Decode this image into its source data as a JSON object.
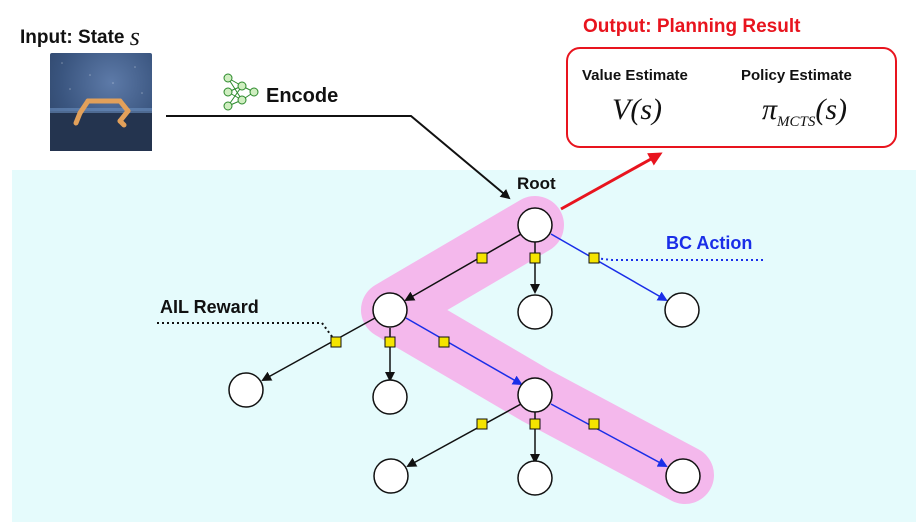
{
  "input": {
    "label": "Input: State",
    "symbol": "s"
  },
  "encode": {
    "label": "Encode",
    "icon": "neural-network-icon"
  },
  "output": {
    "title": "Output: Planning Result",
    "value_heading": "Value Estimate",
    "value_math": "V(s)",
    "policy_heading": "Policy Estimate",
    "policy_math_main": "π",
    "policy_math_sub": "MCTS",
    "policy_math_arg": "(s)"
  },
  "tree": {
    "root_label": "Root",
    "ail_label": "AIL Reward",
    "bc_label": "BC Action"
  },
  "colors": {
    "background_panel": "#e5fbfc",
    "highlight_path": "#f4b8ec",
    "output_red": "#e8141e",
    "bc_blue": "#1a2ee8",
    "reward_yellow": "#f5e400"
  }
}
